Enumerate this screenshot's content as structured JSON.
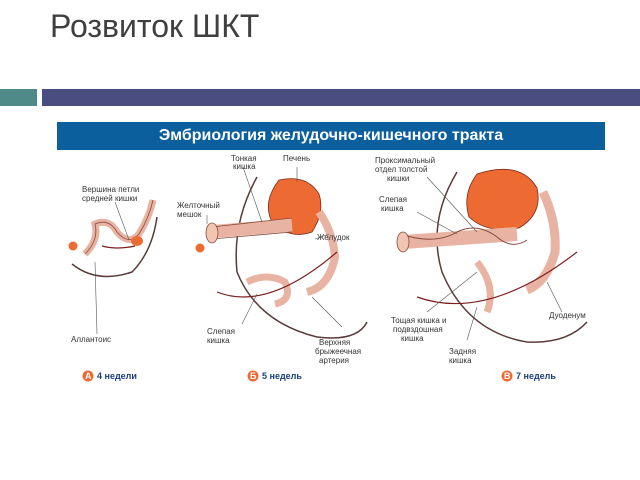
{
  "slide": {
    "title": "Розвиток ШКТ"
  },
  "figure": {
    "banner": "Эмбриология желудочно-кишечного тракта",
    "panel_a": {
      "labels": {
        "vertex_l1": "Вершина петли",
        "vertex_l2": "средней кишки",
        "allantois": "Аллантоис"
      },
      "stage_letter": "А",
      "stage_text": "4 недели"
    },
    "panel_b": {
      "labels": {
        "small_l1": "Тонкая",
        "small_l2": "кишка",
        "liver": "Печень",
        "yolk_l1": "Желточный",
        "yolk_l2": "мешок",
        "stomach": "Желудок",
        "cecum_l1": "Слепая",
        "cecum_l2": "кишка",
        "artery_l1": "Верхняя",
        "artery_l2": "брыжеечная",
        "artery_l3": "артерия"
      },
      "stage_letter": "Б",
      "stage_text": "5 недель"
    },
    "panel_c": {
      "labels": {
        "prox_l1": "Проксимальный",
        "prox_l2": "отдел толстой",
        "prox_l3": "кишки",
        "cecum_l1": "Слепая",
        "cecum_l2": "кишка",
        "ileum_l1": "Тощая кишка и",
        "ileum_l2": "подвздошная",
        "ileum_l3": "кишка",
        "hind_l1": "Задняя",
        "hind_l2": "кишка",
        "duodenum": "Дуоденум"
      },
      "stage_letter": "В",
      "stage_text": "7 недель"
    },
    "colors": {
      "banner": "#0b5f9c",
      "organ": "#ee6a33",
      "gut": "#f2c4b2",
      "vessel": "#7a1f1f"
    }
  }
}
